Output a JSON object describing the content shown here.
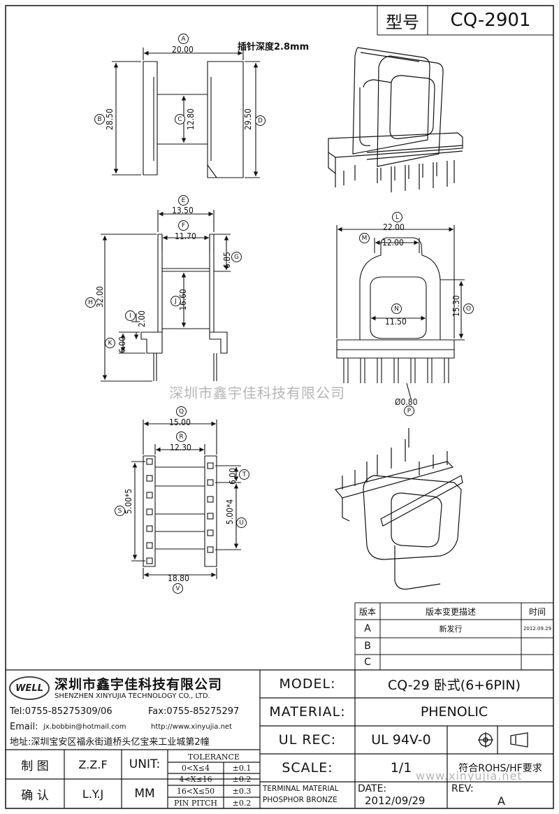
{
  "header": {
    "model_label": "型号",
    "model_value": "CQ-2901"
  },
  "note": "插针深度2.8mm",
  "watermark": "深圳市鑫宇佳科技有限公司",
  "watermark_url": "www.xinyujia.net",
  "dims": {
    "A": {
      "letter": "A",
      "value": "20.00"
    },
    "B": {
      "letter": "B",
      "value": "28.50"
    },
    "C": {
      "letter": "C",
      "value": "12.80"
    },
    "D": {
      "letter": "D",
      "value": "29.50"
    },
    "E": {
      "letter": "E",
      "value": "13.50"
    },
    "F": {
      "letter": "F",
      "value": "11.70"
    },
    "G": {
      "letter": "G",
      "value": "6.85"
    },
    "H": {
      "letter": "H",
      "value": "32.00"
    },
    "I": {
      "letter": "I",
      "value": "2.00"
    },
    "J": {
      "letter": "J",
      "value": "16.60"
    },
    "K": {
      "letter": "K",
      "value": "6.00"
    },
    "L": {
      "letter": "L",
      "value": "22.00"
    },
    "M": {
      "letter": "M",
      "value": "12.00"
    },
    "N": {
      "letter": "N",
      "value": "11.50"
    },
    "O": {
      "letter": "O",
      "value": "15.30"
    },
    "P": {
      "letter": "P",
      "value": "Ø0.80"
    },
    "Q": {
      "letter": "Q",
      "value": "15.00"
    },
    "R": {
      "letter": "R",
      "value": "12.30"
    },
    "S": {
      "letter": "S",
      "value": "5.00*5"
    },
    "T": {
      "letter": "T",
      "value": "6.00"
    },
    "U": {
      "letter": "U",
      "value": "5.00*4"
    },
    "V": {
      "letter": "V",
      "value": "18.80"
    }
  },
  "revision_table": {
    "headers": [
      "版本",
      "版本变更描述",
      "时间"
    ],
    "rows": [
      {
        "rev": "A",
        "desc": "新发行",
        "date": "2012.09.29"
      },
      {
        "rev": "B",
        "desc": "",
        "date": ""
      },
      {
        "rev": "C",
        "desc": "",
        "date": ""
      }
    ]
  },
  "company": {
    "logo_text": "WELL",
    "name_cn": "深圳市鑫宇佳科技有限公司",
    "name_en": "SHENZHEN XINYUJIA TECHNOLOGY CO., LTD.",
    "tel": "Tel:0755-85275309/06",
    "fax": "Fax:0755-85275297",
    "email_label": "Email:",
    "email": "jx.bobbin@hotmail.com",
    "website": "http://www.xinyujia.net",
    "address": "地址:深圳宝安区福永街道桥头亿宝来工业城第2幢"
  },
  "signoff": {
    "draw_label": "制 图",
    "draw_value": "Z.Z.F",
    "check_label": "确 认",
    "check_value": "L.Y.J",
    "unit_label": "UNIT:",
    "unit_value": "MM"
  },
  "tolerance": {
    "title": "TOLERANCE",
    "rows": [
      {
        "range": "0<X≤4",
        "value": "±0.1"
      },
      {
        "range": "4<X≤16",
        "value": "±0.2"
      },
      {
        "range": "16<X≤50",
        "value": "±0.3"
      },
      {
        "range": "PIN PITCH",
        "value": "±0.2"
      }
    ]
  },
  "spec": {
    "model_label": "MODEL:",
    "model_value": "CQ-29 卧式(6+6PIN)",
    "material_label": "MATERIAL:",
    "material_value": "PHENOLIC",
    "ulrec_label": "UL REC:",
    "ulrec_value": "UL 94V-0",
    "scale_label": "SCALE:",
    "scale_value": "1/1",
    "rohs": "符合ROHS/HF要求",
    "terminal_label": "TERMINAL MATERIAL",
    "terminal_value": "PHOSPHOR BRONZE",
    "date_label": "DATE:",
    "date_value": "2012/09/29",
    "rev_label": "REV:",
    "rev_value": "A"
  }
}
